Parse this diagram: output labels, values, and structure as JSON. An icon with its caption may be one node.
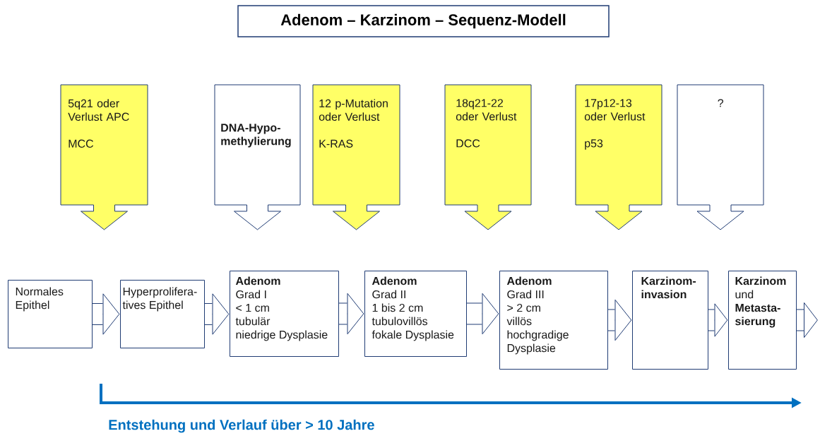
{
  "diagram": {
    "title": "Adenom – Karzinom – Sequenz-Modell",
    "nodes": [
      {
        "text": [
          "5q21 oder Verlust APC",
          "MCC"
        ]
      },
      {
        "text": [
          "DNA-Hypo- methylierung"
        ]
      },
      {
        "text": [
          "12 p-Mutation oder Verlust",
          "K-RAS"
        ]
      },
      {
        "text": [
          "18q21-22 oder Verlust",
          "DCC"
        ]
      },
      {
        "text": [
          "17p12-13 oder Verlust",
          "p53"
        ]
      },
      {
        "text": [
          "?"
        ]
      },
      {
        "text": [
          "Normales Epithel"
        ]
      },
      {
        "text": [
          "Hyperprolifera- tives Epithel"
        ]
      },
      {
        "text": [
          "Adenom",
          "Grad I",
          "< 1 cm",
          "tubulär",
          "niedrige Dysplasie"
        ]
      },
      {
        "text": [
          "Adenom",
          "Grad II",
          "1 bis 2 cm",
          "tubulovillös",
          "fokale Dysplasie"
        ]
      },
      {
        "text": [
          "Adenom",
          "Grad III",
          "> 2 cm",
          "villös",
          "hochgradige Dysplasie"
        ]
      },
      {
        "text": [
          "Karzinom- invasion"
        ]
      },
      {
        "text": [
          "**Karzinom** und **Metasta- sierung**"
        ]
      }
    ],
    "edges": [
      {
        "from": 6,
        "to": 7,
        "arrow": "to"
      },
      {
        "from": 7,
        "to": 8,
        "arrow": "to"
      },
      {
        "from": 8,
        "to": 9,
        "arrow": "to"
      },
      {
        "from": 9,
        "to": 10,
        "arrow": "to"
      },
      {
        "from": 10,
        "to": 11,
        "arrow": "to"
      },
      {
        "from": 11,
        "to": 12,
        "arrow": "to"
      },
      {
        "from": 12,
        "to": null,
        "arrow": "to"
      }
    ],
    "labels": [
      "Entstehung und Verlauf über > 10 Jahre"
    ]
  }
}
